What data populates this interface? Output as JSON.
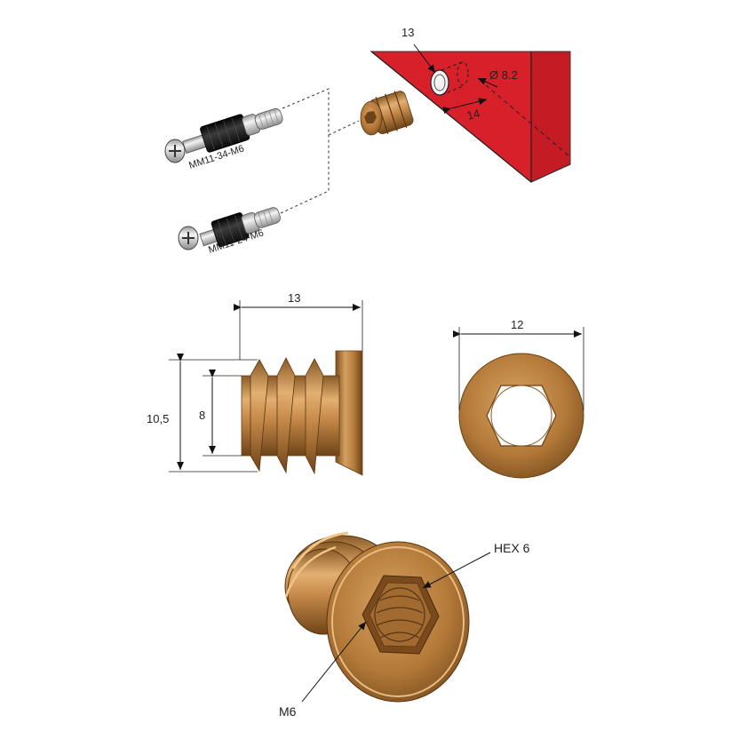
{
  "callout_dims": {
    "panel_hole_depth": "13",
    "panel_hole_diameter": "Ø 8.2",
    "panel_edge_distance": "14",
    "side_length": "13",
    "side_outer_diameter": "10,5",
    "side_inner_diameter": "8",
    "front_width": "12"
  },
  "bolt_labels": {
    "long_bolt": "MM11-34-M6",
    "short_bolt": "MM11-24-M6"
  },
  "feature_labels": {
    "hex_drive": "HEX 6",
    "thread": "M6"
  },
  "colors": {
    "panel_red": "#d8202a",
    "bronze": "#b0793a",
    "bronze_dark": "#7a4c1e",
    "bronze_light": "#e0ad6c",
    "bolt_black": "#1c1c1c",
    "bolt_silver": "#d9d9d9"
  },
  "icons": [
    "phillips-screw-head-icon",
    "threaded-insert-icon"
  ]
}
